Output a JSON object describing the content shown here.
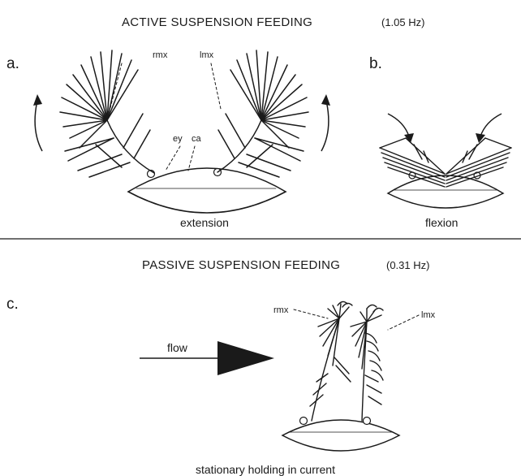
{
  "active": {
    "title": "ACTIVE SUSPENSION FEEDING",
    "freq": "(1.05 Hz)",
    "panel_a": "a.",
    "panel_b": "b.",
    "label_rmx": "rmx",
    "label_lmx": "lmx",
    "label_ey": "ey",
    "label_ca": "ca",
    "caption_a": "extension",
    "caption_b": "flexion"
  },
  "passive": {
    "title": "PASSIVE SUSPENSION FEEDING",
    "freq": "(0.31 Hz)",
    "panel_c": "c.",
    "label_flow": "flow",
    "label_rmx": "rmx",
    "label_lmx": "lmx",
    "caption_c": "stationary holding in current"
  }
}
